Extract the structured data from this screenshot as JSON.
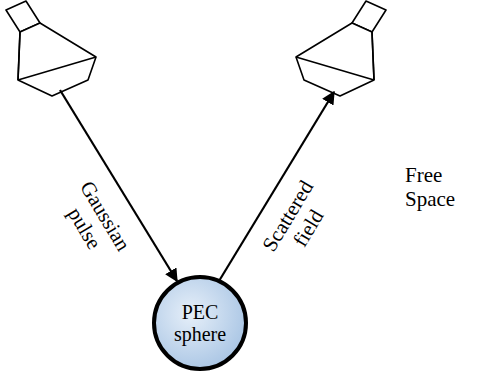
{
  "diagram": {
    "nodes": [
      {
        "text": [
          "PEC sphere"
        ]
      }
    ],
    "labels": [
      "Gaussian pulse",
      "Scattered field",
      "Free Space"
    ]
  }
}
